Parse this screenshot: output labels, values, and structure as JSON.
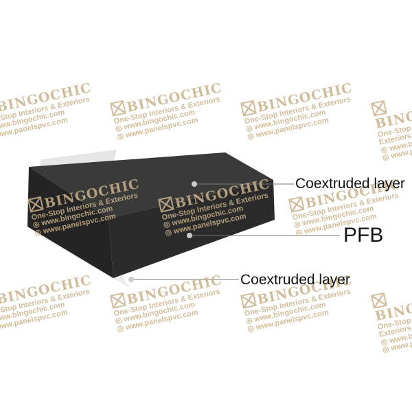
{
  "watermark": {
    "brand": "BINGOCHIC",
    "tagline": "One-Stop Interiors & Exteriors",
    "url1": "www.bingochic.com",
    "url2": "www.panelspvc.com"
  },
  "labels": {
    "top": "Coextruded layer",
    "middle": "PFB",
    "bottom": "Coextruded layer"
  },
  "colors": {
    "board": "#2d2d2d",
    "watermark": "#c9b28a"
  }
}
